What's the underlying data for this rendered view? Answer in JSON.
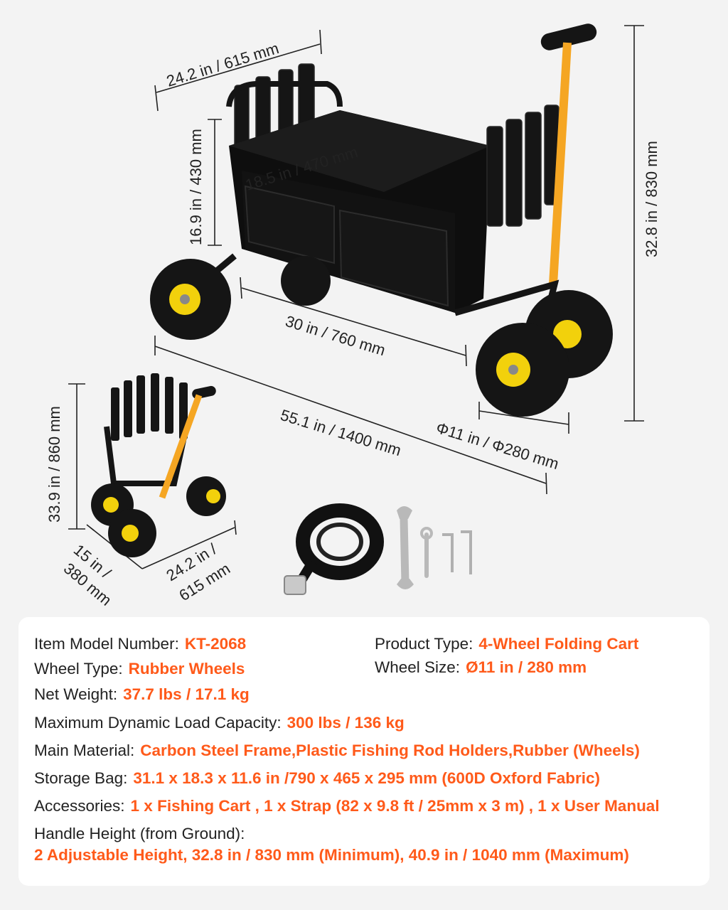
{
  "dimensions": {
    "top_width": "24.2 in / 615 mm",
    "inner_depth": "18.5 in / 470 mm",
    "bag_height": "16.9 in / 430 mm",
    "total_height": "32.8 in / 830 mm",
    "wheelbase": "30 in / 760 mm",
    "total_length": "55.1 in / 1400 mm",
    "wheel_diameter": "Φ11 in / Φ280 mm",
    "folded_height": "33.9 in / 860 mm",
    "folded_depth_line1": "15 in /",
    "folded_depth_line2": "380 mm",
    "folded_width_line1": "24.2 in /",
    "folded_width_line2": "615 mm"
  },
  "colors": {
    "accent": "#ff5a1a",
    "frame_yellow": "#f5a623",
    "wheel_hub": "#f2d10c",
    "cart_body": "#111111"
  },
  "specs": {
    "model_label": "Item Model Number:",
    "model_value": "KT-2068",
    "product_type_label": "Product Type:",
    "product_type_value": "4-Wheel Folding Cart",
    "wheel_type_label": "Wheel Type:",
    "wheel_type_value": "Rubber Wheels",
    "wheel_size_label": "Wheel Size:",
    "wheel_size_value": "Ø11 in / 280 mm",
    "net_weight_label": "Net Weight:",
    "net_weight_value": "37.7 lbs / 17.1 kg",
    "load_label": "Maximum Dynamic Load Capacity:",
    "load_value": "300 lbs / 136 kg",
    "material_label": "Main Material:",
    "material_value": "Carbon Steel Frame,Plastic Fishing Rod Holders,Rubber (Wheels)",
    "bag_label": "Storage Bag:",
    "bag_value": "31.1 x 18.3 x 11.6 in /790 x 465 x 295 mm (600D Oxford Fabric)",
    "accessories_label": "Accessories:",
    "accessories_value": "1 x Fishing Cart , 1 x Strap (82 x 9.8 ft / 25mm x 3 m) , 1 x User Manual",
    "handle_label": "Handle Height (from Ground):",
    "handle_value": "2 Adjustable Height, 32.8 in / 830 mm (Minimum), 40.9 in / 1040 mm (Maximum)"
  }
}
